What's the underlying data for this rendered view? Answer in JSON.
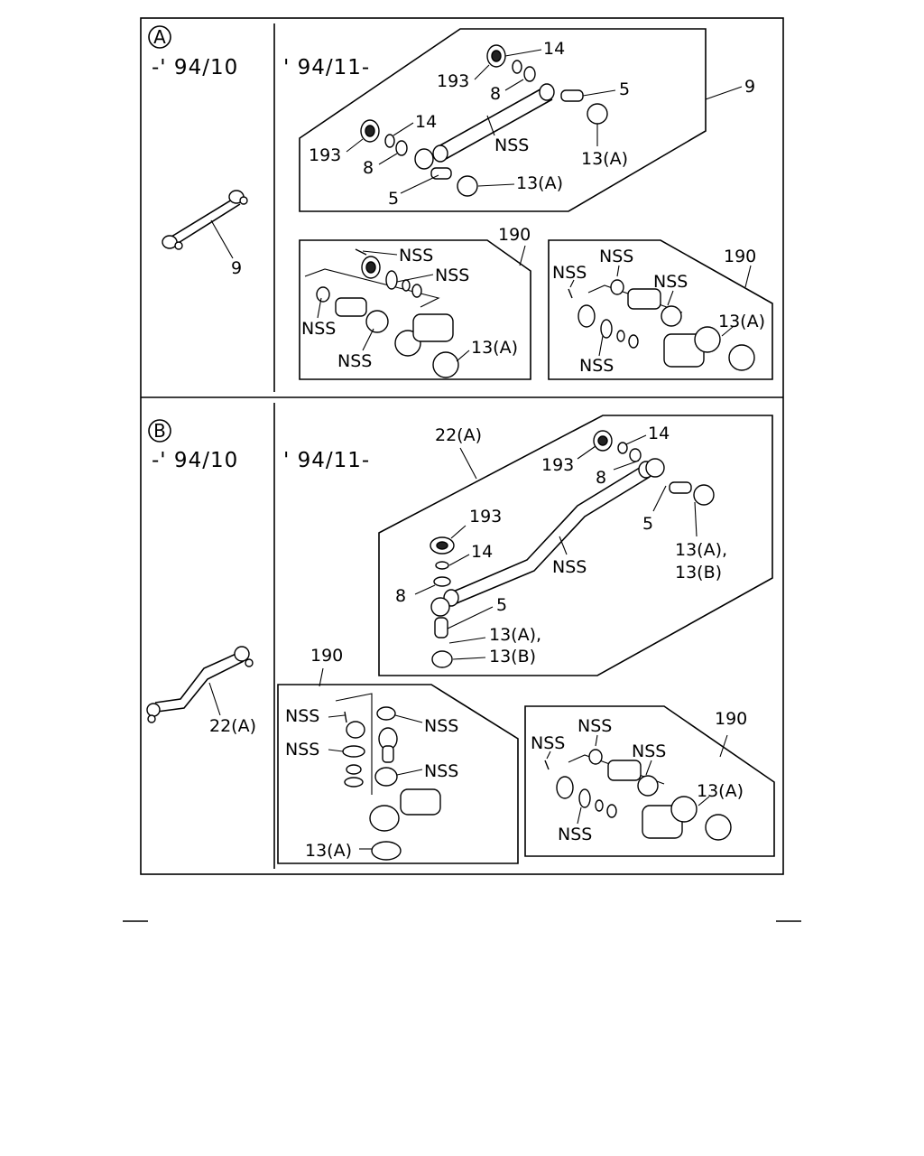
{
  "section_a": {
    "badge": "A",
    "left_date": "-' 94/10",
    "right_date": "' 94/11-",
    "overview_label": "9",
    "assembly": {
      "callout": "9",
      "top_seal": "193",
      "top_ring": "14",
      "top_washer": "8",
      "top_stud": "5",
      "top_boot": "13(A)",
      "bot_seal": "193",
      "bot_ring": "14",
      "bot_washer": "8",
      "bot_stud": "5",
      "bot_boot": "13(A)",
      "tube": "NSS"
    },
    "kit_left": {
      "callout": "190",
      "pin": "NSS",
      "oring": "NSS",
      "seal": "NSS",
      "cup": "NSS",
      "boot": "13(A)"
    },
    "kit_right": {
      "callout": "190",
      "pin": "NSS",
      "seal": "NSS",
      "cup": "NSS",
      "oring": "NSS",
      "boot": "13(A)"
    }
  },
  "section_b": {
    "badge": "B",
    "left_date": "-' 94/10",
    "right_date": "' 94/11-",
    "overview_label": "22(A)",
    "assembly": {
      "callout": "22(A)",
      "top_seal": "193",
      "top_ring": "14",
      "top_washer": "8",
      "top_stud": "5",
      "top_boot_a": "13(A),",
      "top_boot_b": "13(B)",
      "bot_seal": "193",
      "bot_ring": "14",
      "bot_washer": "8",
      "bot_stud": "5",
      "bot_boot_a": "13(A),",
      "bot_boot_b": "13(B)",
      "tube": "NSS"
    },
    "kit_left": {
      "callout": "190",
      "pin": "NSS",
      "cap": "NSS",
      "oring": "NSS",
      "seal": "NSS",
      "boot": "13(A)"
    },
    "kit_right": {
      "callout": "190",
      "pin": "NSS",
      "seal": "NSS",
      "cup": "NSS",
      "oring": "NSS",
      "boot": "13(A)"
    }
  }
}
